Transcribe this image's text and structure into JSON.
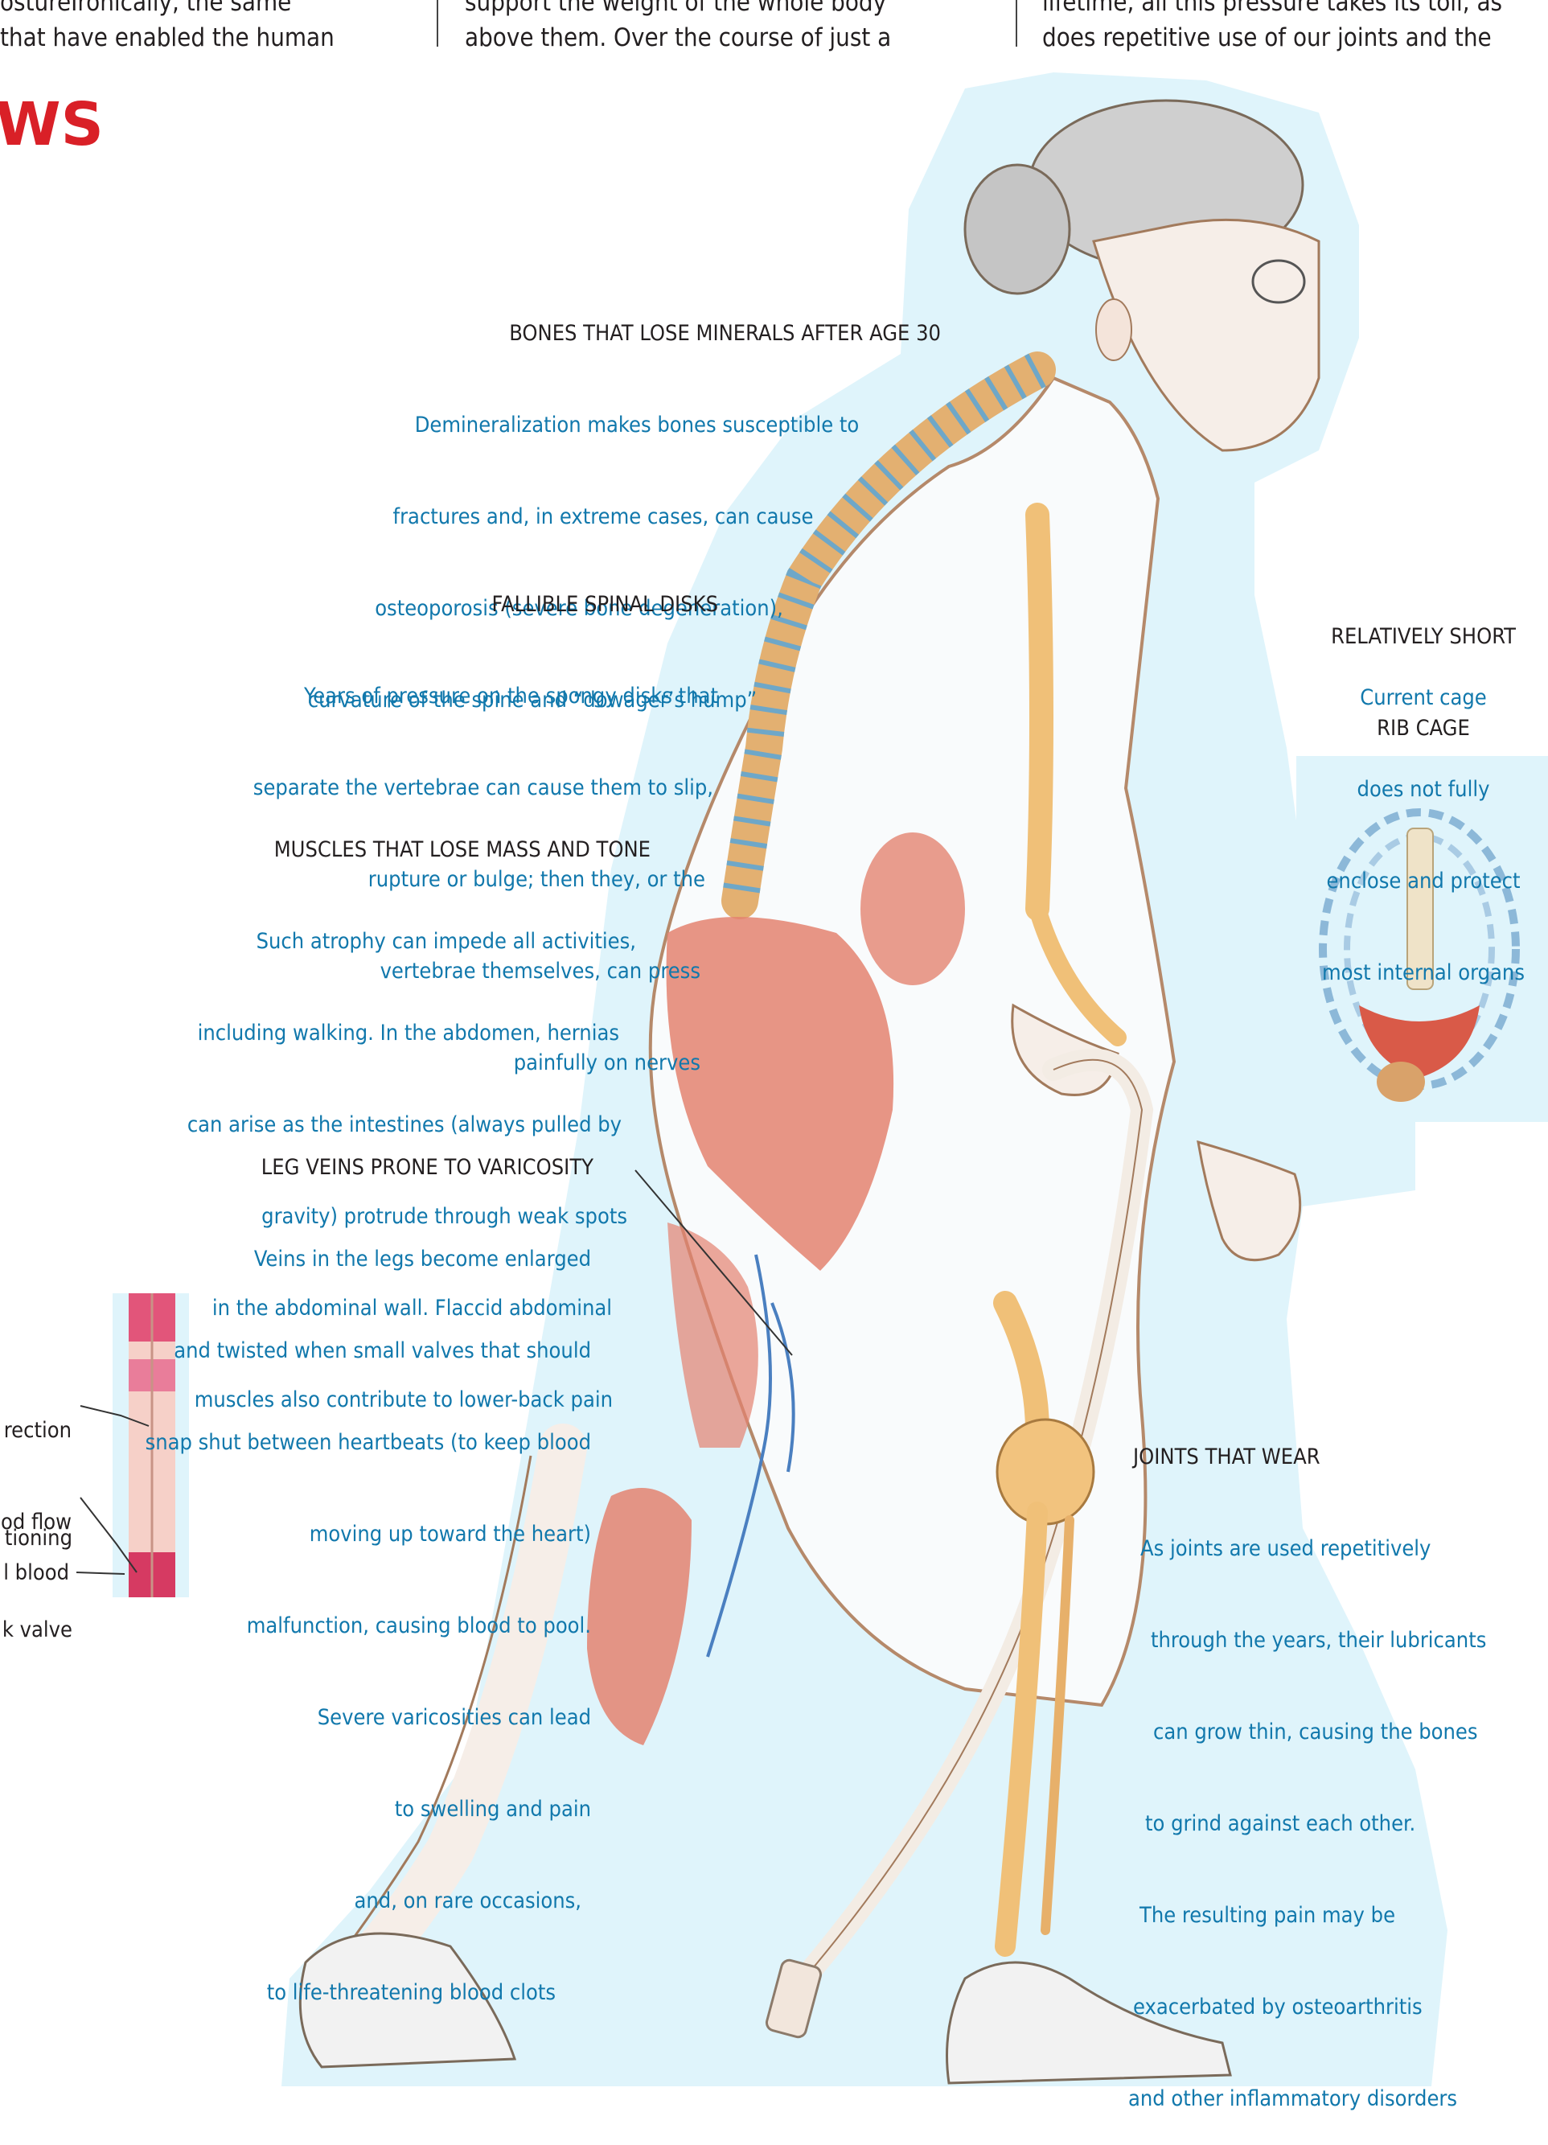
{
  "body_text": {
    "col1_line1": "ostureIronically, the same",
    "col1_line2": "that have enabled the human",
    "col2_line1": "support the weight of the whole body",
    "col2_line2": "above them. Over the course of just a",
    "col3_line1": "lifetime, all this pressure takes its toll, as",
    "col3_line2": "does repetitive use of our joints and the"
  },
  "headline_fragment": "WS",
  "callouts": {
    "bones": {
      "title": "BONES THAT LOSE MINERALS AFTER AGE 30",
      "lines": [
        "Demineralization makes bones susceptible to",
        "fractures and, in extreme cases, can cause",
        "osteoporosis (severe bone degeneration),",
        "curvature of the spine and “dowager’s hump”"
      ]
    },
    "disks": {
      "title": "FALLIBLE SPINAL DISKS",
      "lines": [
        "Years of pressure on the spongy disks that",
        "separate the vertebrae can cause them to slip,",
        "rupture or bulge; then they, or the",
        "vertebrae themselves, can press",
        "painfully on nerves"
      ]
    },
    "muscles": {
      "title": "MUSCLES THAT LOSE MASS AND TONE",
      "lines": [
        "Such atrophy can impede all activities,",
        "including walking. In the abdomen, hernias",
        "can arise as the intestines (always pulled by",
        "gravity) protrude through weak spots",
        "in the abdominal wall. Flaccid abdominal",
        "muscles also contribute to lower-back pain"
      ]
    },
    "veins": {
      "title": "LEG VEINS PRONE TO VARICOSITY",
      "lines": [
        "Veins in the legs become enlarged",
        "and twisted when small valves that should",
        "snap shut between heartbeats (to keep blood",
        "moving up toward the heart)",
        "malfunction, causing blood to pool.",
        "Severe varicosities can lead",
        "to swelling and pain",
        "and, on rare occasions,",
        "to life-threatening blood clots"
      ]
    },
    "ribs": {
      "title_line1": "RELATIVELY SHORT",
      "title_line2": "RIB CAGE",
      "lines": [
        "Current cage",
        "does not fully",
        "enclose and protect",
        "most internal organs"
      ]
    },
    "joints": {
      "title": "JOINTS THAT WEAR",
      "lines": [
        "As joints are used repetitively",
        "through the years, their lubricants",
        "can grow thin, causing the bones",
        "to grind against each other.",
        "The resulting pain may be",
        "exacerbated by osteoarthritis",
        "and other inflammatory disorders"
      ]
    }
  },
  "vein_inset_labels": {
    "label1_line1": "rection",
    "label1_line2": "od flow",
    "label2_line1": "tioning",
    "label2_line2": "k valve",
    "label3": "l blood"
  }
}
